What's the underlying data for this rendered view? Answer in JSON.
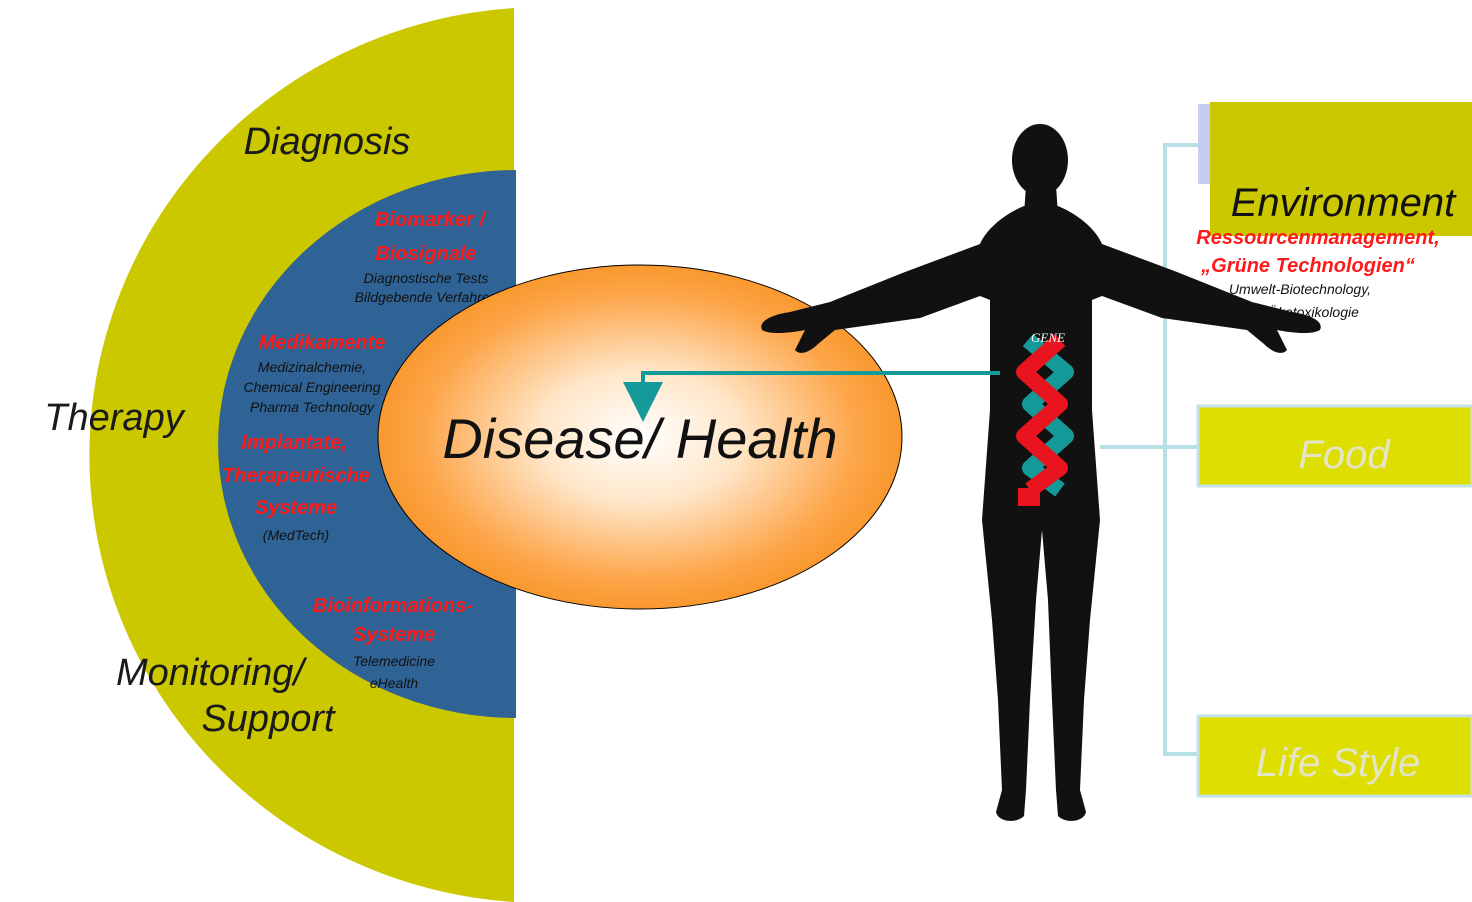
{
  "colors": {
    "outer_ring": "#ccc800",
    "inner_ring": "#2f6396",
    "red_label": "#ff1a1a",
    "arrow": "#159a9a",
    "silhouette": "#111111",
    "box_fill": "#dede00",
    "box_text_muted": "#e4e4c8",
    "connector": "#b6dfe6"
  },
  "outer": {
    "diagnosis": "Diagnosis",
    "therapy": "Therapy",
    "monitoring_line1": "Monitoring/",
    "monitoring_line2": "Support"
  },
  "inner": {
    "biomarker_line1": "Biomarker /",
    "biomarker_line2": "Biosignale",
    "diag_tests": "Diagnostische Tests",
    "imaging": "Bildgebende Verfahren",
    "medikamente": "Medikamente",
    "medchem": "Medizinalchemie,",
    "chemeng": "Chemical Engineering",
    "pharmatech": "Pharma Technology",
    "implantate_line1": "Implantate,",
    "implantate_line2": "Therapeutische",
    "implantate_line3": "Systeme",
    "medtech": "(MedTech)",
    "bioinfo_line1": "Bioinformations-",
    "bioinfo_line2": "Systeme",
    "telemedicine": "Telemedicine",
    "ehealth": "eHealth"
  },
  "center": {
    "label": "Disease/ Health"
  },
  "body": {
    "gene": "GENE"
  },
  "factors": {
    "environment": "Environment",
    "env_red_line1": "Ressourcenmanagement,",
    "env_red_line2": "„Grüne Technologien“",
    "env_sub_line1": "Umwelt-Biotechnology,",
    "env_sub_line2": "Ökotoxikologie",
    "food": "Food",
    "lifestyle": "Life Style"
  }
}
